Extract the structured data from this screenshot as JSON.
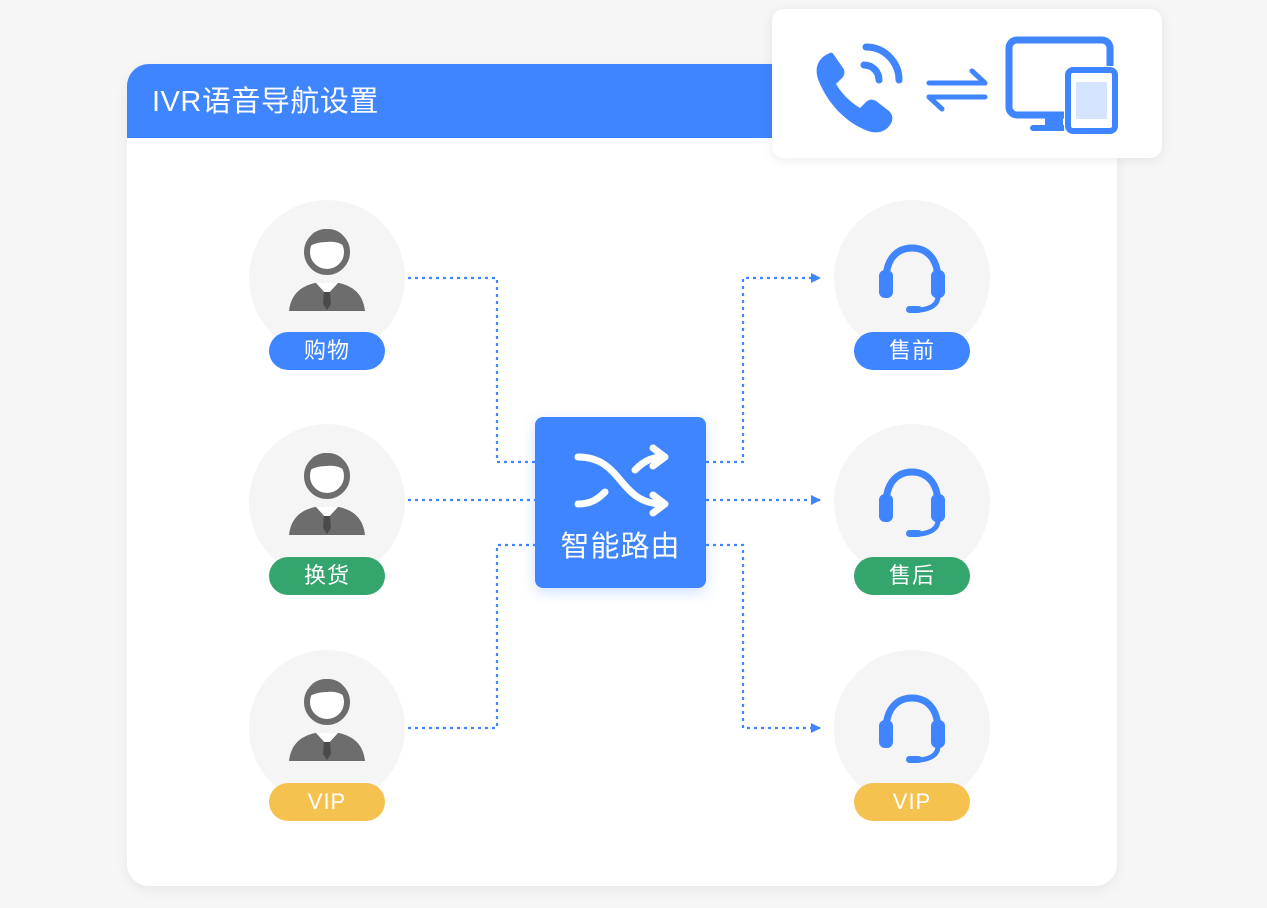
{
  "panel": {
    "title": "IVR语音导航设置"
  },
  "hub": {
    "label": "智能路由",
    "icon": "shuffle-icon"
  },
  "header_badge": {
    "icons": [
      "phone-call-icon",
      "exchange-arrows-icon",
      "devices-icon"
    ]
  },
  "callers": [
    {
      "label": "购物",
      "icon": "person-icon"
    },
    {
      "label": "换货",
      "icon": "person-icon"
    },
    {
      "label": "VIP",
      "icon": "person-icon"
    }
  ],
  "agents": [
    {
      "label": "售前",
      "icon": "headset-icon"
    },
    {
      "label": "售后",
      "icon": "headset-icon"
    },
    {
      "label": "VIP",
      "icon": "headset-icon"
    }
  ],
  "colors": {
    "primary": "#3f85ff",
    "green": "#35a56e",
    "yellow": "#f6c24f",
    "person": "#6d6d6d",
    "background": "#f6f6f7"
  }
}
